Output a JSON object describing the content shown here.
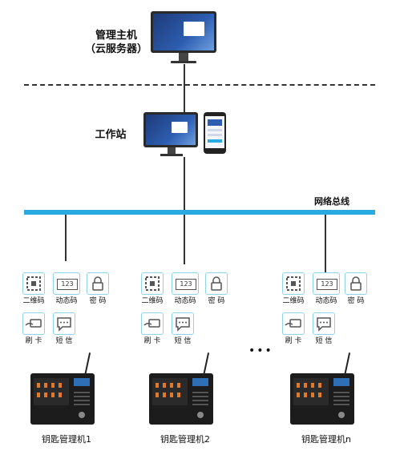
{
  "server": {
    "line1": "管理主机",
    "line2": "（云服务器）"
  },
  "workstation": {
    "label": "工作站"
  },
  "bus": {
    "label": "网络总线",
    "color": "#29abe2"
  },
  "ellipsis": "•••",
  "auth_labels": {
    "qr": "二维码",
    "dynamic": "动态码",
    "password": "密 码",
    "card": "刷 卡",
    "sms": "短 信"
  },
  "dynamic_code_glyph": "123",
  "terminals": [
    {
      "caption": "钥匙管理机1"
    },
    {
      "caption": "钥匙管理机2"
    },
    {
      "caption": "钥匙管理机n"
    }
  ],
  "colors": {
    "accent": "#29abe2",
    "icon_border": "#8fd3ec",
    "key_light": "#e07a2a"
  }
}
